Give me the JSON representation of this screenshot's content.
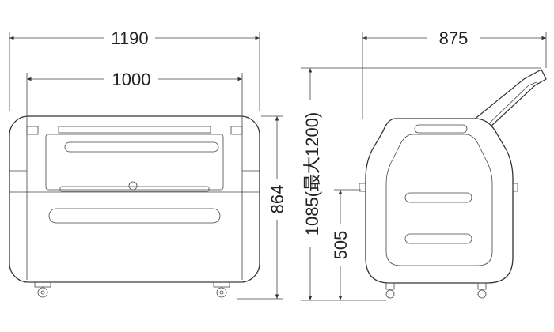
{
  "dimensions": {
    "front_total_width": "1190",
    "front_inner_width": "1000",
    "front_height": "864",
    "side_depth": "875",
    "side_total_height": "1085(最大1200)",
    "side_opening_height": "505"
  }
}
